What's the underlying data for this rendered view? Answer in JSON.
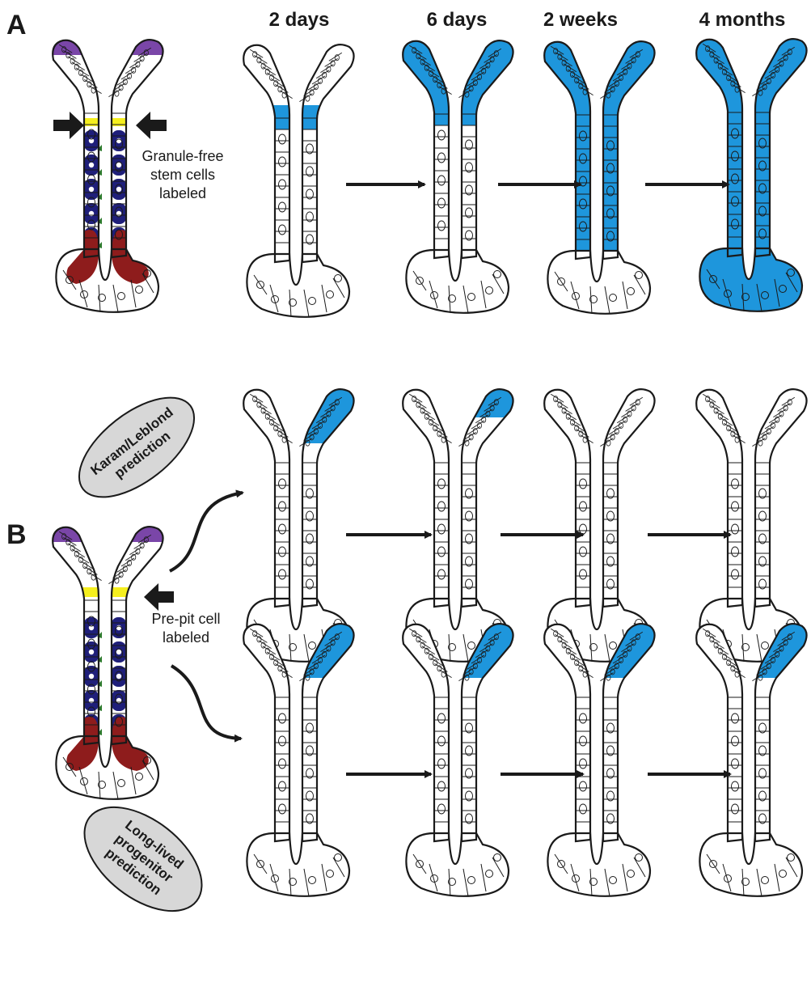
{
  "panel_labels": {
    "a": "A",
    "b": "B"
  },
  "timepoints": [
    "2 days",
    "6 days",
    "2 weeks",
    "4 months"
  ],
  "annotations": {
    "stem_cells": [
      "Granule-free",
      "stem cells",
      "labeled"
    ],
    "pre_pit": [
      "Pre-pit cell",
      "labeled"
    ]
  },
  "predictions": {
    "karam": [
      "Karam/Leblond",
      "prediction"
    ],
    "long_lived": [
      "Long-lived",
      "progenitor",
      "prediction"
    ]
  },
  "colors": {
    "label_blue": "#1e96dc",
    "pit_purple": "#7a46a8",
    "isthmus_yellow": "#f5ef1e",
    "parietal_navy": "#1f1f7a",
    "neck_green": "#2d7a2d",
    "chief_red": "#8e1c1c",
    "outline": "#1a1a1a",
    "oval_gray": "#d7d7d7"
  }
}
